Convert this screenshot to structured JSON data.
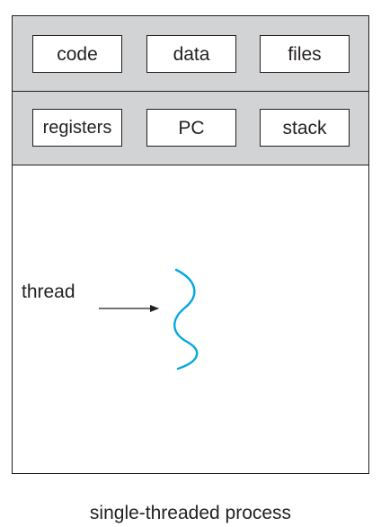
{
  "resources": {
    "code": "code",
    "data": "data",
    "files": "files"
  },
  "thread_context": {
    "registers": "registers",
    "pc": "PC",
    "stack": "stack"
  },
  "thread": {
    "label": "thread"
  },
  "caption": "single-threaded process",
  "colors": {
    "shared_band": "#d1d3d4",
    "thread_wave": "#00a9e0",
    "outline": "#231f20"
  }
}
